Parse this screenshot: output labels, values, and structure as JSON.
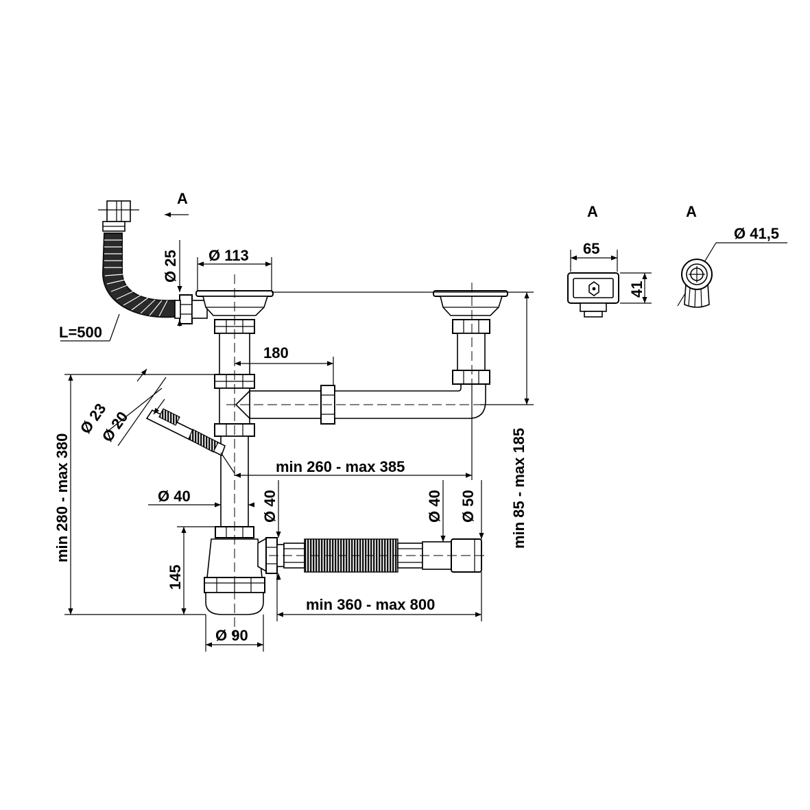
{
  "view_labels": {
    "arrow_a": "A",
    "view_a_left": "A",
    "view_a_right": "A"
  },
  "dimensions": {
    "d113": "Ø 113",
    "d25": "Ø 25",
    "l500": "L=500",
    "len180": "180",
    "d23": "Ø 23",
    "d20": "Ø 20",
    "h280_380": "min 280 - max 380",
    "w260_385": "min 260 - max 385",
    "d40_vertical": "Ø 40",
    "d40_horizontal": "Ø 40",
    "d40_outlet": "Ø 40",
    "d50_outlet": "Ø 50",
    "h145": "145",
    "d90": "Ø 90",
    "w360_800": "min 360 - max 800",
    "h85_185": "min 85 - max 185",
    "w65": "65",
    "h41": "41",
    "d41_5": "Ø 41,5"
  }
}
